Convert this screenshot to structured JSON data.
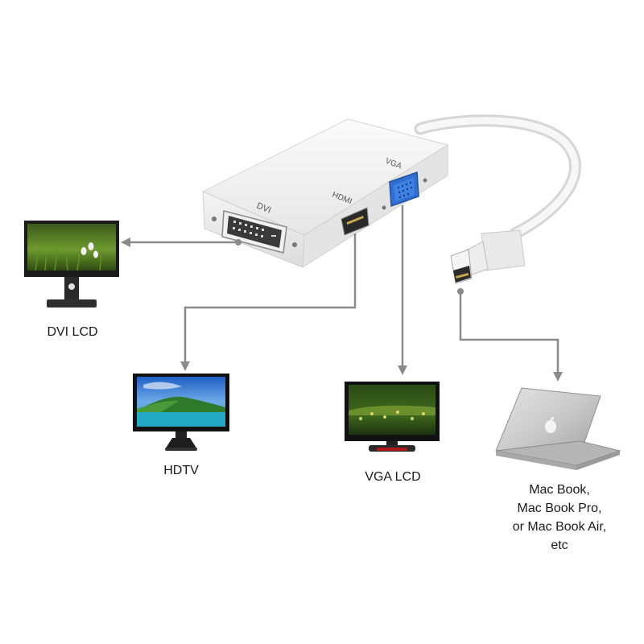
{
  "adapter": {
    "ports": {
      "dvi": "DVI",
      "hdmi": "HDMI",
      "vga": "VGA"
    }
  },
  "devices": {
    "dvi_lcd": "DVI LCD",
    "hdtv": "HDTV",
    "vga_lcd": "VGA LCD",
    "mac": {
      "line1": "Mac Book,",
      "line2": "Mac Book Pro,",
      "line3": "or Mac Book Air,",
      "line4": "etc"
    }
  },
  "colors": {
    "arrow": "#8a8a8a",
    "adapter_body": "#f2f2f2",
    "vga_port": "#2f6fd1"
  }
}
